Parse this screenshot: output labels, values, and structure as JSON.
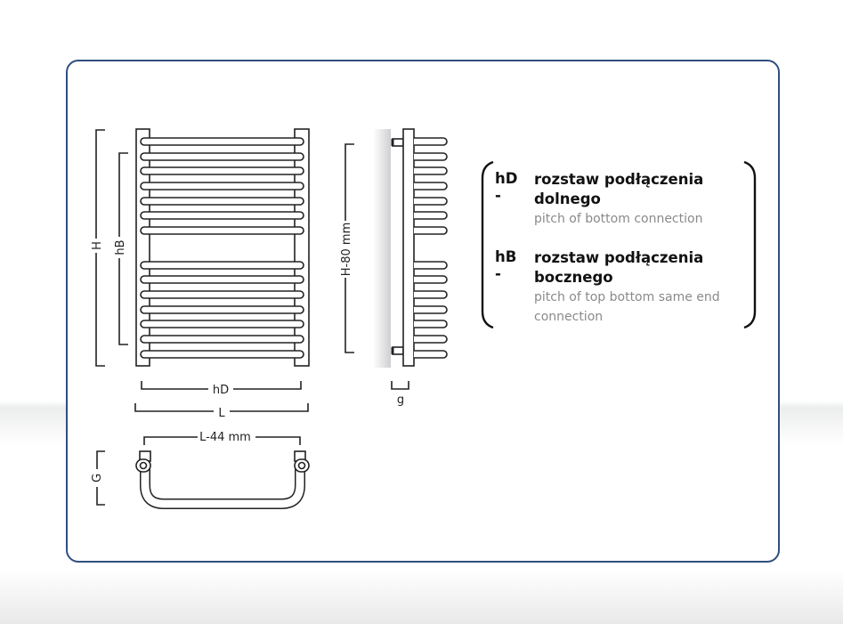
{
  "diagram": {
    "labels": {
      "H": "H",
      "hB": "hB",
      "hD": "hD",
      "L": "L",
      "L44": "L-44 mm",
      "G": "G",
      "H80": "H-80 mm",
      "g": "g"
    },
    "legend": [
      {
        "key": "hD -",
        "pl": "rozstaw podłączenia dolnego",
        "en": "pitch of bottom connection"
      },
      {
        "key": "hB -",
        "pl": "rozstaw podłączenia bocznego",
        "en": "pitch of top bottom same end connection"
      }
    ],
    "colors": {
      "frame": "#2f4f7f",
      "line": "#222222"
    }
  }
}
